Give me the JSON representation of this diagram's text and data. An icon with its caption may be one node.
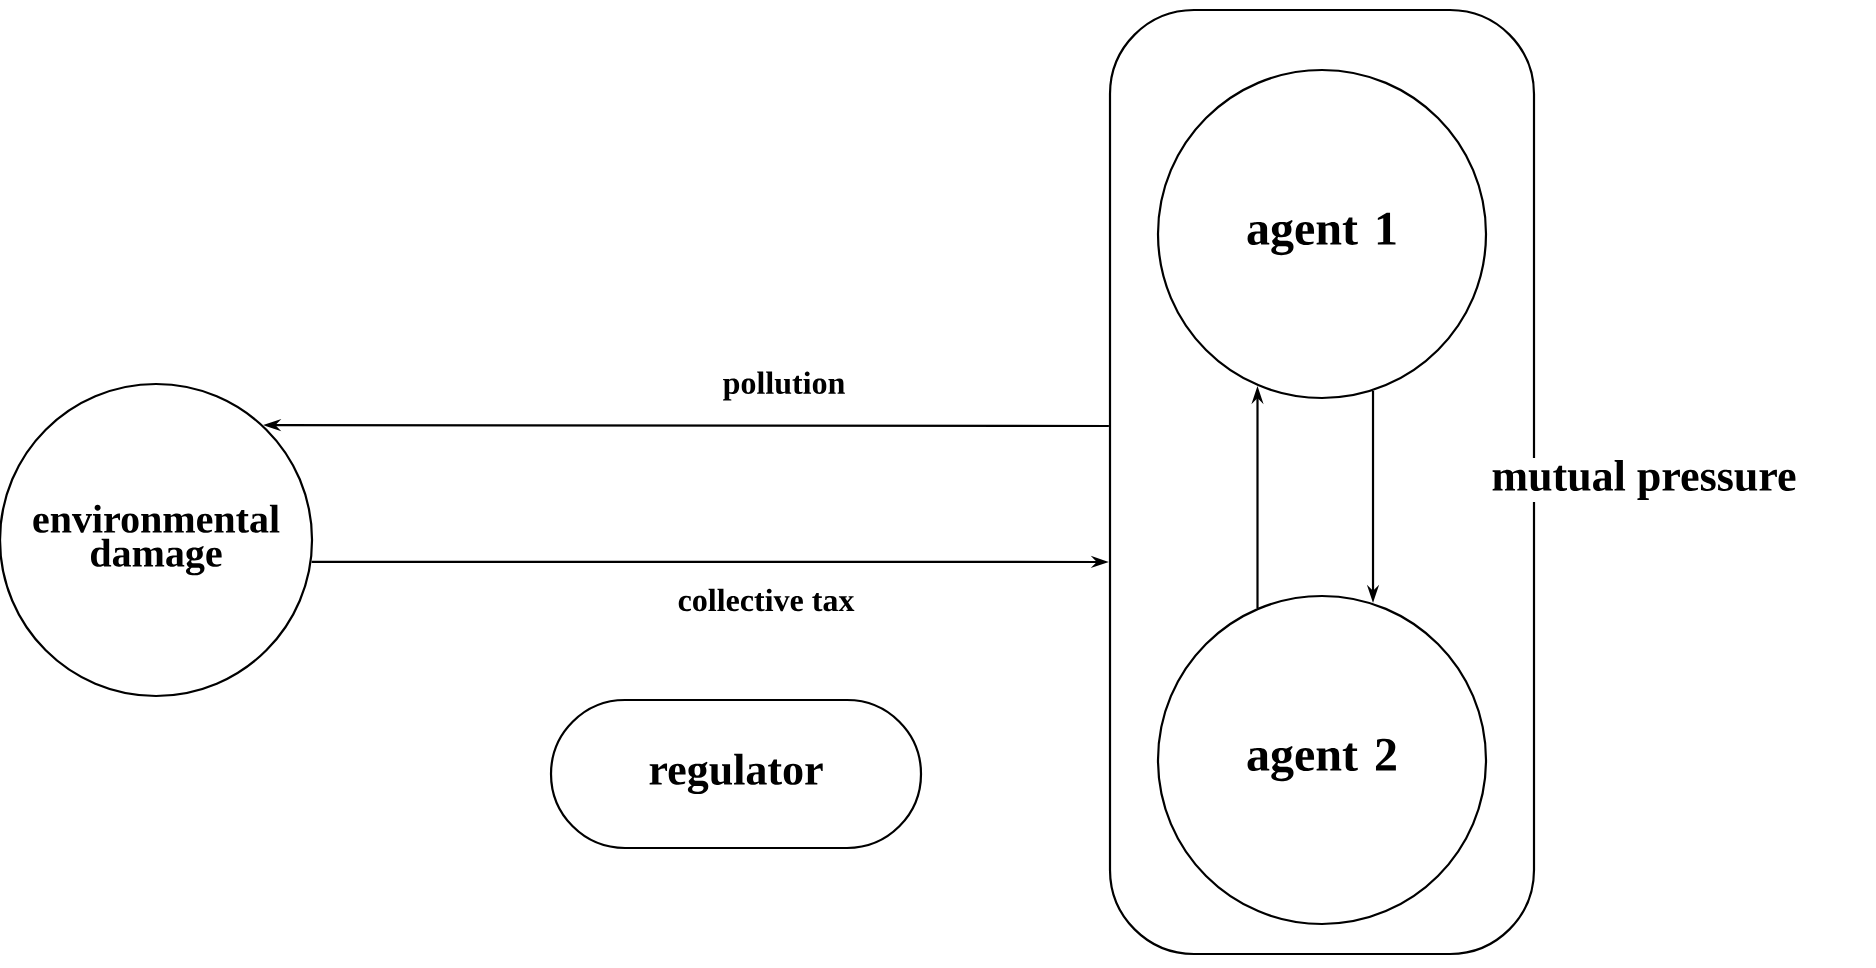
{
  "diagram": {
    "nodes": [
      {
        "text": [
          "environmental damage"
        ]
      },
      {
        "text": [],
        "shape": "box"
      },
      {
        "text": [
          "agent 1"
        ],
        "in": 1
      },
      {
        "text": [
          "agent 2"
        ],
        "in": 1
      },
      {
        "text": [
          "regulator"
        ]
      }
    ],
    "edges": [
      {
        "from": 1,
        "to": 0,
        "arrow": "to",
        "label": "pollution"
      },
      {
        "from": 0,
        "to": 1,
        "arrow": "to",
        "label": "collective tax"
      },
      {
        "from": 3,
        "to": 2,
        "arrow": "to"
      },
      {
        "from": 2,
        "to": 3,
        "arrow": "to"
      }
    ],
    "labels": [
      "mutual pressure"
    ]
  }
}
